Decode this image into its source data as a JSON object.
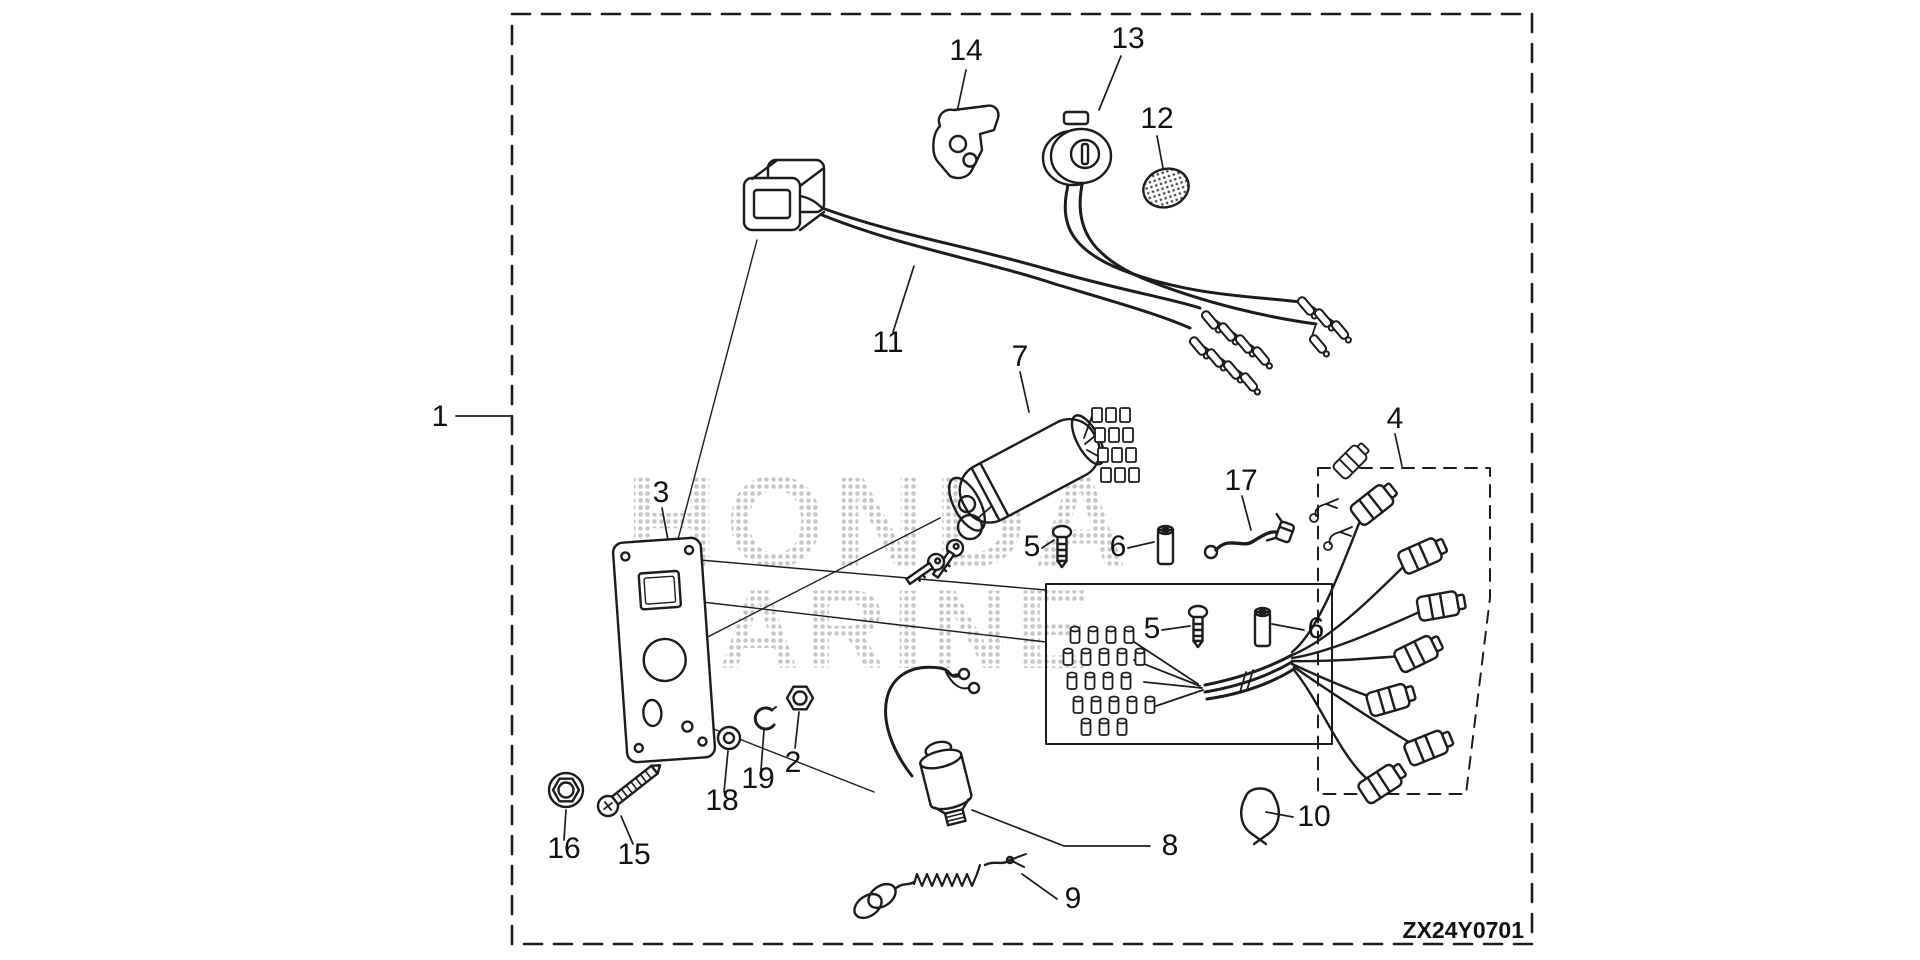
{
  "diagram": {
    "code": "ZX24Y0701",
    "watermark": {
      "line1": "HONDA",
      "line2": "MARINE"
    },
    "part_labels": {
      "p1": "1",
      "p2": "2",
      "p3": "3",
      "p4": "4",
      "p5": "5",
      "p6": "6",
      "p7": "7",
      "p8": "8",
      "p9": "9",
      "p10": "10",
      "p11": "11",
      "p12": "12",
      "p13": "13",
      "p14": "14",
      "p15": "15",
      "p16": "16",
      "p17": "17",
      "p18": "18",
      "p19": "19"
    }
  }
}
